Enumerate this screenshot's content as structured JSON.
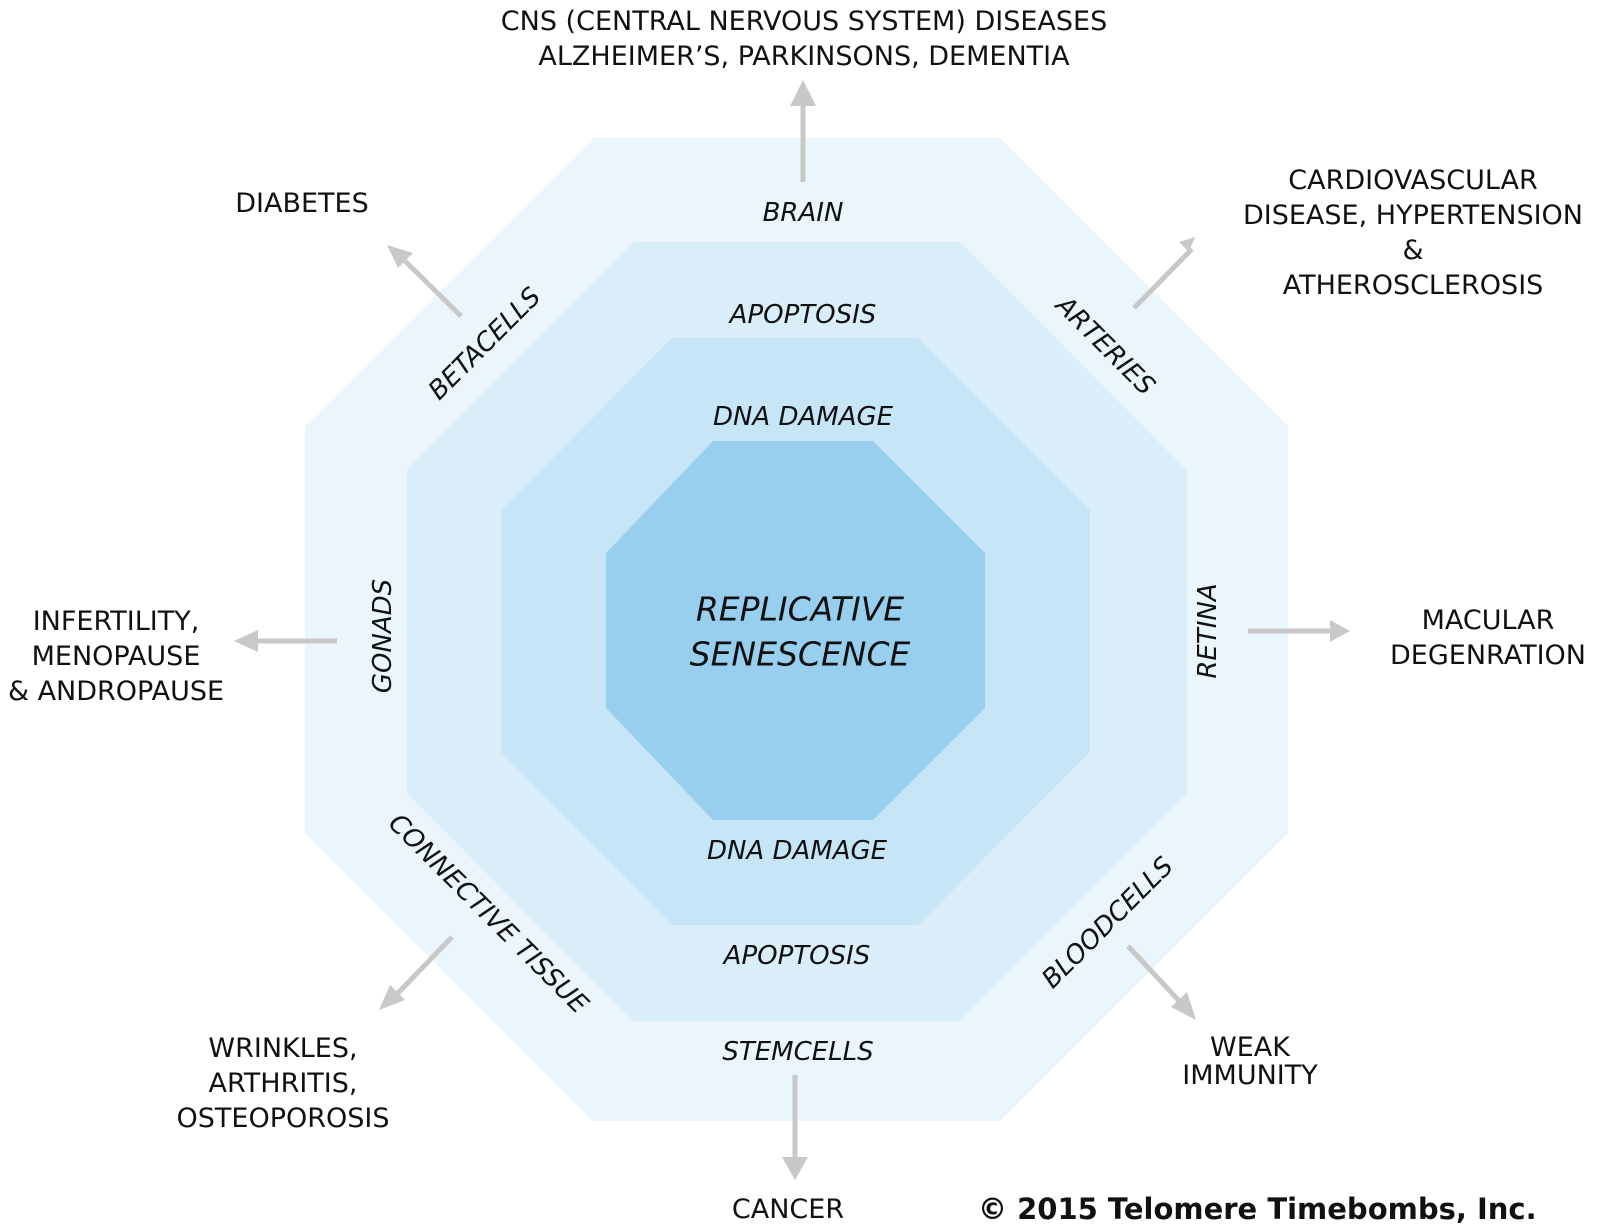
{
  "center": {
    "line1": "REPLICATIVE",
    "line2": "SENESCENCE"
  },
  "rings": {
    "dna_top": "DNA DAMAGE",
    "dna_bottom": "DNA DAMAGE",
    "apoptosis_top": "APOPTOSIS",
    "apoptosis_bottom": "APOPTOSIS"
  },
  "tissues": {
    "brain": "BRAIN",
    "arteries": "ARTERIES",
    "retina": "RETINA",
    "bloodcells": "BLOODCELLS",
    "stemcells": "STEMCELLS",
    "connective": "CONNECTIVE TISSUE",
    "gonads": "GONADS",
    "betacells": "BETACELLS"
  },
  "outcomes": {
    "cns": {
      "line1": "CNS (CENTRAL NERVOUS SYSTEM) DISEASES",
      "line2": "ALZHEIMER’S, PARKINSONS, DEMENTIA"
    },
    "cardio": {
      "line1": "CARDIOVASCULAR",
      "line2": "DISEASE, HYPERTENSION",
      "line3": "&",
      "line4": "ATHEROSCLEROSIS"
    },
    "macular": {
      "line1": "MACULAR",
      "line2": "DEGENRATION"
    },
    "immunity": {
      "line1": "WEAK",
      "line2": "IMMUNITY"
    },
    "cancer": "CANCER",
    "wrinkles": {
      "line1": "WRINKLES,",
      "line2": "ARTHRITIS,",
      "line3": "OSTEOPOROSIS"
    },
    "infertility": {
      "line1": "INFERTILITY,",
      "line2": "MENOPAUSE",
      "line3": "& ANDROPAUSE"
    },
    "diabetes": "DIABETES"
  },
  "copyright": "© 2015 Telomere Timebombs, Inc.",
  "colors": {
    "ring1": "#EAF5FC",
    "ring2": "#DAEEFA",
    "ring3": "#C6E6F8",
    "core": "#98CEEE",
    "arrow": "#C8C8C8"
  }
}
